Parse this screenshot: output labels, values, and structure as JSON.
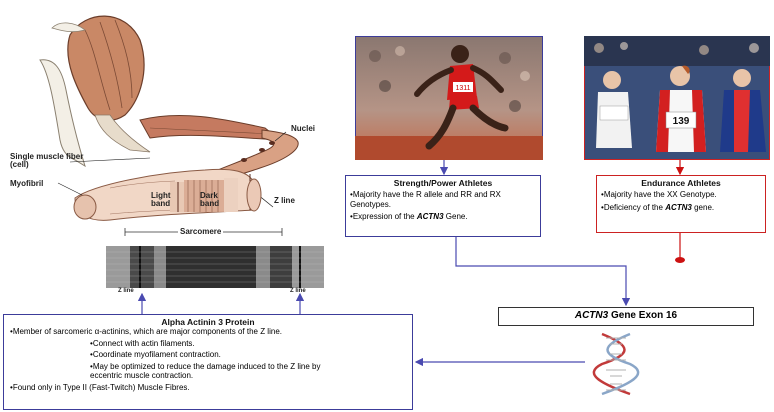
{
  "muscle_labels": {
    "nuclei": "Nuclei",
    "single_fiber": "Single muscle fiber\n(cell)",
    "myofibril": "Myofibril",
    "light_band": "Light\nband",
    "dark_band": "Dark\nband",
    "z_line": "Z line",
    "sarcomere": "Sarcomere",
    "z_line_left": "Z line",
    "z_line_right": "Z line"
  },
  "strength_box": {
    "title": "Strength/Power Athletes",
    "items": [
      "Majority have the R allele and RR and RX Genotypes.",
      "Expression of the",
      "ACTN3",
      "Gene."
    ]
  },
  "endurance_box": {
    "title": "Endurance Athletes",
    "items": [
      "Majority have the XX Genotype.",
      "Deficiency of the",
      "ACTN3",
      "gene."
    ]
  },
  "gene_box": {
    "gene": "ACTN3",
    "rest": "Gene Exon 16"
  },
  "protein_box": {
    "title": "Alpha Actinin 3 Protein",
    "items": [
      "Member of sarcomeric α-actinins, which are major components of the Z line.",
      "Connect with actin filaments.",
      "Coordinate myofilament contraction.",
      "May be optimized to reduce the damage induced to the Z line by eccentric muscle contraction.",
      "Found only in Type II (Fast-Twitch) Muscle Fibres."
    ]
  },
  "sprinter_bib": "1311",
  "runner_bib": "139",
  "colors": {
    "strength_border": "#3c3c9a",
    "endurance_border": "#cc2222",
    "arrow_blue": "#4a4ab0",
    "arrow_red": "#cc1111"
  }
}
